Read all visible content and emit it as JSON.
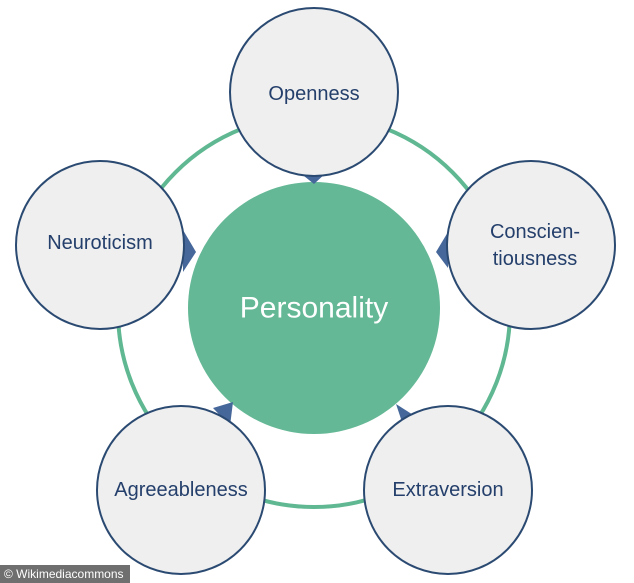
{
  "center": {
    "label": "Personality",
    "color": "#64b896"
  },
  "traits": [
    {
      "id": "openness",
      "label_lines": [
        "Openness"
      ]
    },
    {
      "id": "conscientiousness",
      "label_lines": [
        "Conscien-",
        "tiousness"
      ]
    },
    {
      "id": "extraversion",
      "label_lines": [
        "Extraversion"
      ]
    },
    {
      "id": "agreeableness",
      "label_lines": [
        "Agreeableness"
      ]
    },
    {
      "id": "neuroticism",
      "label_lines": [
        "Neuroticism"
      ]
    }
  ],
  "colors": {
    "ring": "#5fb892",
    "trait_fill": "#efefef",
    "trait_border": "#2b4a72",
    "trait_text": "#243f6b",
    "pointer": "#46679a"
  },
  "credit": "© Wikimediacommons"
}
